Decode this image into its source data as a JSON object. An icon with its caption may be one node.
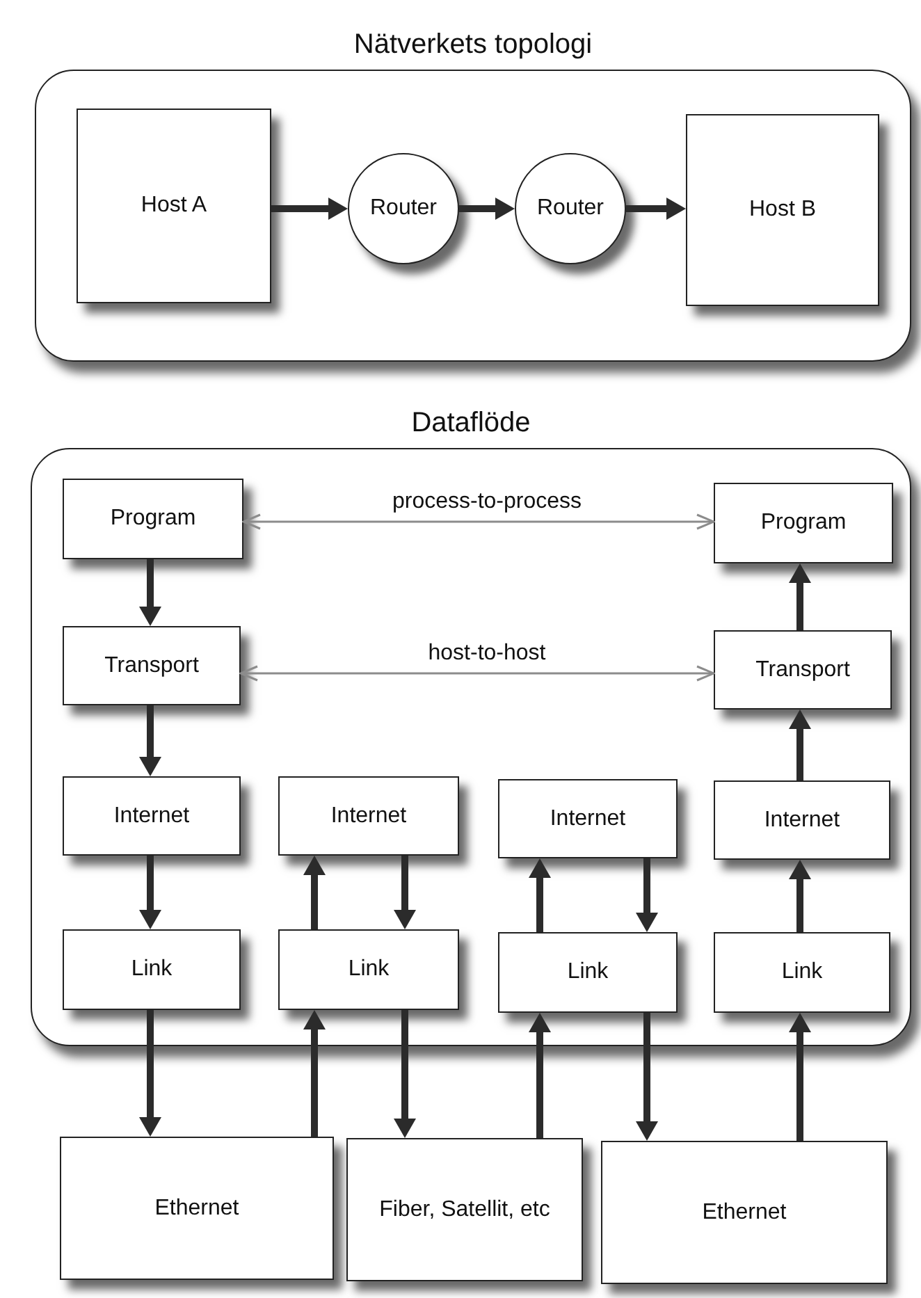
{
  "diagram": {
    "nodes": [
      {
        "text": [
          "Nätverkets topologi"
        ]
      },
      {
        "text": [
          "Host A"
        ],
        "in": 0
      },
      {
        "text": [
          "Router"
        ],
        "in": 0
      },
      {
        "text": [
          "Router"
        ],
        "in": 0
      },
      {
        "text": [
          "Host B"
        ],
        "in": 0
      },
      {
        "text": [
          "Dataflöde"
        ]
      },
      {
        "text": [
          "Program"
        ],
        "in": 5
      },
      {
        "text": [
          "Program"
        ],
        "in": 5
      },
      {
        "text": [
          "Transport"
        ],
        "in": 5
      },
      {
        "text": [
          "Transport"
        ],
        "in": 5
      },
      {
        "text": [
          "Internet"
        ],
        "in": 5
      },
      {
        "text": [
          "Internet"
        ],
        "in": 5
      },
      {
        "text": [
          "Internet"
        ],
        "in": 5
      },
      {
        "text": [
          "Internet"
        ],
        "in": 5
      },
      {
        "text": [
          "Link"
        ],
        "in": 5
      },
      {
        "text": [
          "Link"
        ],
        "in": 5
      },
      {
        "text": [
          "Link"
        ],
        "in": 5
      },
      {
        "text": [
          "Link"
        ],
        "in": 5
      },
      {
        "text": [
          "Ethernet"
        ]
      },
      {
        "text": [
          "Fiber, Satellit, etc"
        ]
      },
      {
        "text": [
          "Ethernet"
        ]
      }
    ],
    "edges": [
      {
        "from": 1,
        "to": 2,
        "arrow": "to"
      },
      {
        "from": 2,
        "to": 3,
        "arrow": "to"
      },
      {
        "from": 3,
        "to": 4,
        "arrow": "to"
      },
      {
        "from": 6,
        "to": 7,
        "arrow": "both",
        "label": "process-to-process",
        "color": "#8c8c8c"
      },
      {
        "from": 8,
        "to": 9,
        "arrow": "both",
        "label": "host-to-host",
        "color": "#8c8c8c"
      },
      {
        "from": 6,
        "to": 8,
        "arrow": "to"
      },
      {
        "from": 8,
        "to": 10,
        "arrow": "to"
      },
      {
        "from": 10,
        "to": 14,
        "arrow": "to"
      },
      {
        "from": 14,
        "to": 18,
        "arrow": "to"
      },
      {
        "from": 15,
        "to": 11,
        "arrow": "to"
      },
      {
        "from": 11,
        "to": 15,
        "arrow": "to"
      },
      {
        "from": 18,
        "to": 15,
        "arrow": "to"
      },
      {
        "from": 15,
        "to": 19,
        "arrow": "to"
      },
      {
        "from": 19,
        "to": 16,
        "arrow": "to"
      },
      {
        "from": 16,
        "to": 12,
        "arrow": "to"
      },
      {
        "from": 12,
        "to": 16,
        "arrow": "to"
      },
      {
        "from": 16,
        "to": 20,
        "arrow": "to"
      },
      {
        "from": 20,
        "to": 17,
        "arrow": "to"
      },
      {
        "from": 17,
        "to": 13,
        "arrow": "to"
      },
      {
        "from": 13,
        "to": 9,
        "arrow": "to"
      },
      {
        "from": 9,
        "to": 7,
        "arrow": "to"
      }
    ]
  }
}
